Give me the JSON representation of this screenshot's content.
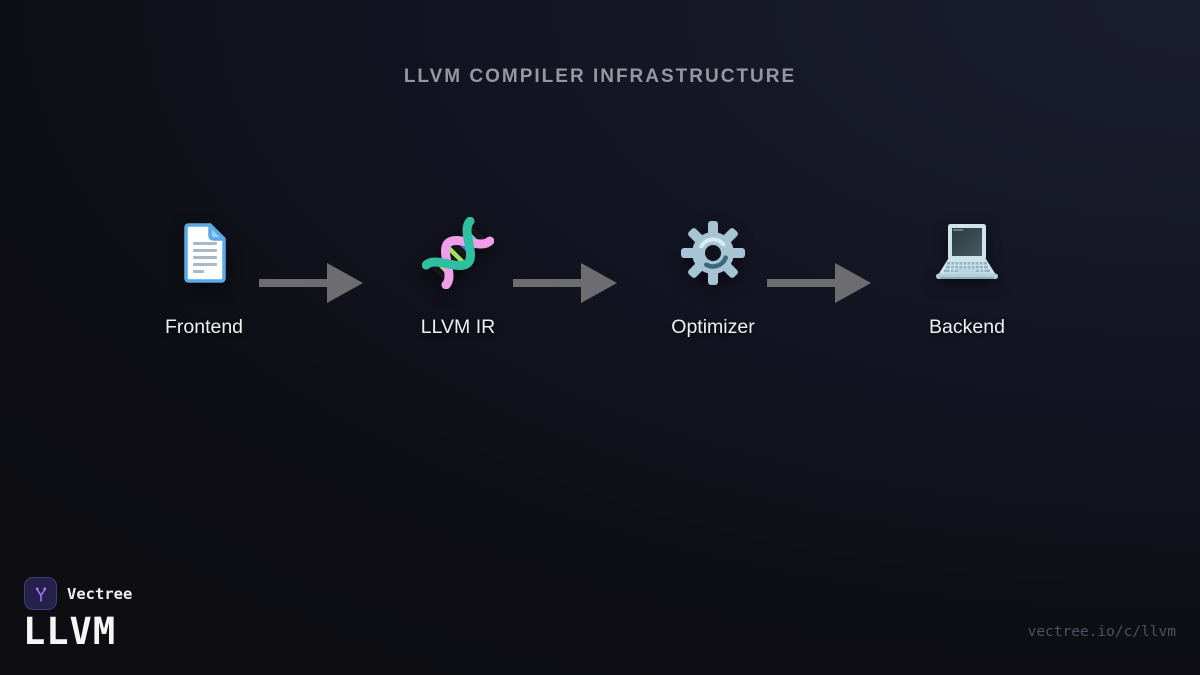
{
  "title": "LLVM COMPILER INFRASTRUCTURE",
  "flow": {
    "nodes": [
      {
        "label": "Frontend",
        "icon": "document-icon"
      },
      {
        "label": "LLVM IR",
        "icon": "dna-icon"
      },
      {
        "label": "Optimizer",
        "icon": "gear-icon"
      },
      {
        "label": "Backend",
        "icon": "laptop-icon"
      }
    ]
  },
  "footer": {
    "brand_name": "Vectree",
    "topic": "LLVM",
    "url": "vectree.io/c/llvm"
  },
  "colors": {
    "background_top_right": "#1b1e30",
    "background_left": "#0d0d12",
    "title_text": "#9597a1",
    "node_label_text": "#f0f0f2",
    "arrow": "#6d6d71",
    "url_text": "#4d5263",
    "brand_logo_bg": "#25214a",
    "brand_logo_accent": "#a06ef5",
    "document_blue": "#5aa9e8",
    "dna_pink": "#ef9fe9",
    "dna_teal": "#2dbf9f",
    "gear_blue": "#a6c4d4",
    "laptop_body": "#cfe3eb"
  }
}
